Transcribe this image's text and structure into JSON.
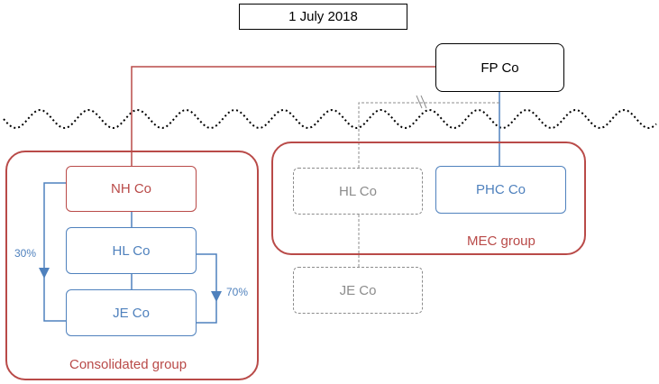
{
  "date_label": "1 July 2018",
  "entities": {
    "fp_co": "FP Co",
    "nh_co": "NH Co",
    "hl_co_consolidated": "HL Co",
    "je_co_consolidated": "JE Co",
    "hl_co_former": "HL Co",
    "je_co_former": "JE Co",
    "phc_co": "PHC Co"
  },
  "groups": {
    "consolidated": "Consolidated group",
    "mec": "MEC group"
  },
  "percentages": {
    "left": "30%",
    "right": "70%"
  },
  "colors": {
    "red": "#b94a48",
    "blue": "#4f81bd",
    "grey": "#8c8c8c",
    "black": "#000000"
  }
}
